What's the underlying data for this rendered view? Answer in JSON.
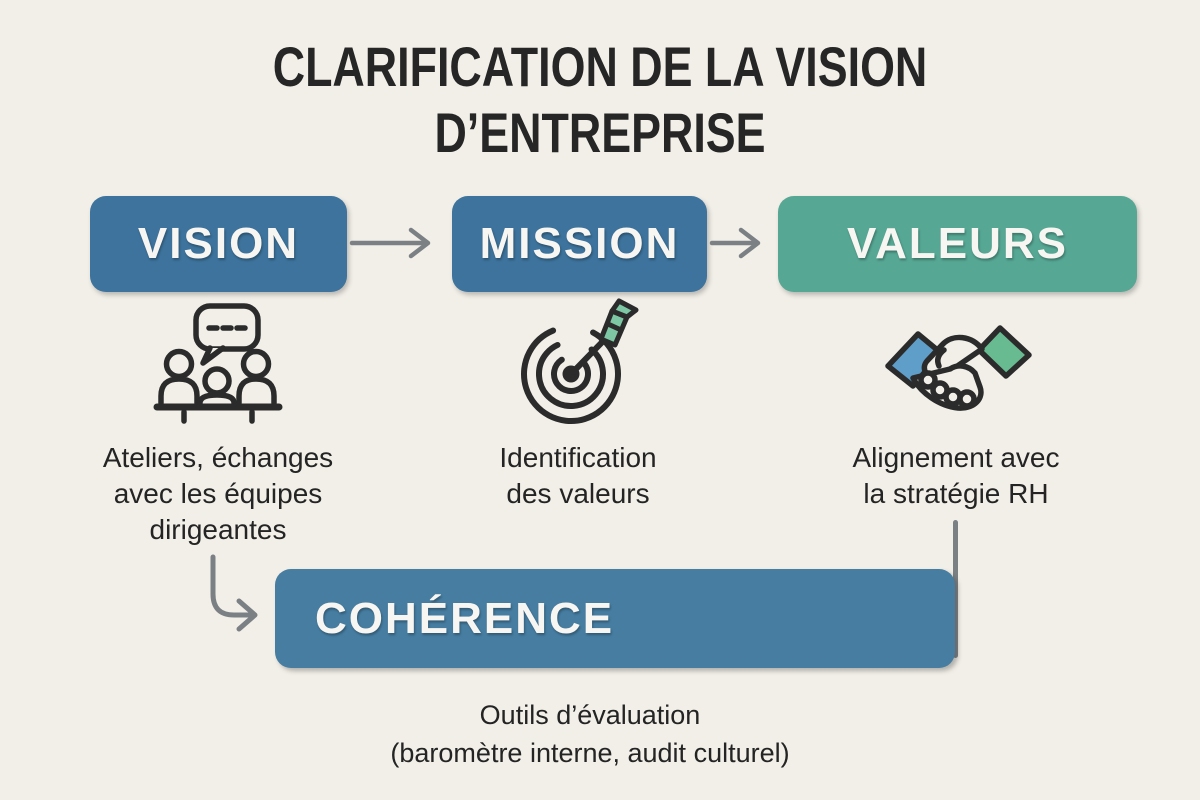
{
  "title": "CLARIFICATION DE LA VISION D’ENTREPRISE",
  "steps": [
    {
      "label": "VISION",
      "icon": "meeting-icon",
      "description": "Ateliers, échanges\navec les équipes\ndirigeantes",
      "box_color": "#3d739c"
    },
    {
      "label": "MISSION",
      "icon": "target-icon",
      "description": "Identification\ndes valeurs",
      "box_color": "#3d739c"
    },
    {
      "label": "VALEURS",
      "icon": "handshake-icon",
      "description": "Alignement avec\nla stratégie RH",
      "box_color": "#56a794"
    }
  ],
  "result": {
    "label": "COHÉRENCE",
    "description": "Outils d’évaluation\n(baromètre interne, audit culturel)",
    "box_color": "#467da1"
  },
  "colors": {
    "background": "#f2efe8",
    "step_blue": "#3d739c",
    "step_teal": "#56a794",
    "coherence_blue": "#467da1",
    "connector_gray": "#7b8084",
    "title_text": "#262626",
    "box_text": "#f8f6f2",
    "handshake_cuff_blue": "#5f9ec9",
    "handshake_cuff_green": "#68ba90",
    "dart_fletching_green": "#7dc7a4"
  }
}
